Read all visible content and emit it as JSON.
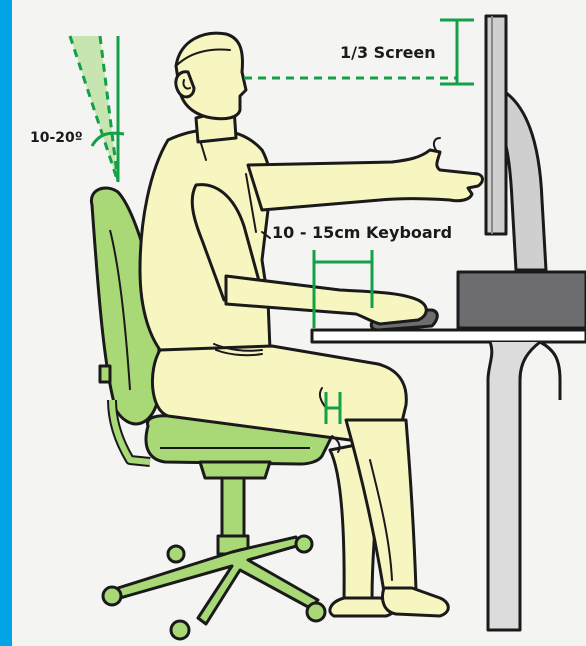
{
  "labels": {
    "screen_height": "1/3 Screen",
    "back_angle": "10-20º",
    "keyboard_distance": "10 - 15cm Keyboard"
  },
  "colors": {
    "side_bar": "#00a4e4",
    "background": "#f4f4f3",
    "skin": "#f8f6c0",
    "chair": "#a9d877",
    "guide": "#14a046",
    "desk": "#d8d8d8",
    "outline": "#1a1a1a"
  }
}
